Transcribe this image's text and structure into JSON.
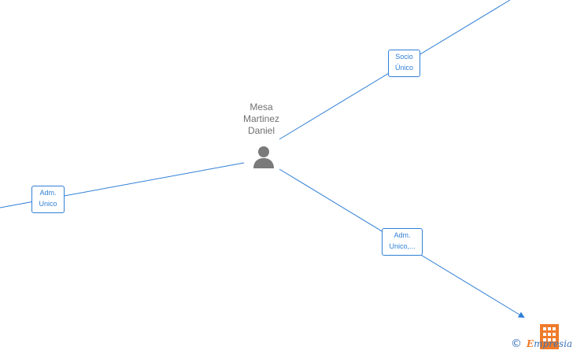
{
  "person": {
    "name_lines": [
      "Mesa",
      "Martinez",
      "Daniel"
    ],
    "icon": "person-icon"
  },
  "relations": {
    "socio": [
      "Socio",
      "Único"
    ],
    "adm_left": [
      "Adm.",
      "Unico"
    ],
    "adm_right": [
      "Adm.",
      "Unico,..."
    ]
  },
  "colors": {
    "edge": "#2f7fd6",
    "person_icon": "#7a7a7a",
    "name_text": "#707070",
    "brand_orange": "#f07b2a",
    "brand_blue": "#3a73b6"
  },
  "footer": {
    "copyright_symbol": "©",
    "brand_initial": "E",
    "brand_rest": "mpresia",
    "logo_icon": "building-icon"
  }
}
